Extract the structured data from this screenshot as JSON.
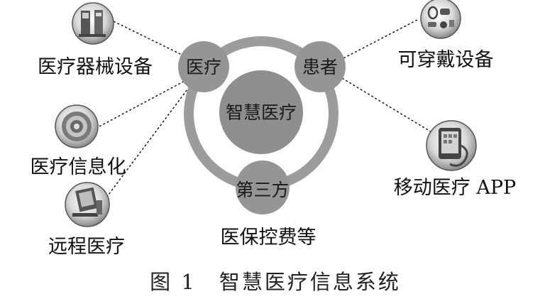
{
  "diagram": {
    "center": "智慧医疗",
    "nodes": {
      "medical": "医疗",
      "patient": "患者",
      "third_party": "第三方"
    },
    "labels": {
      "medical_equipment": "医疗器械设备",
      "medical_informatization": "医疗信息化",
      "remote_medical": "远程医疗",
      "wearable_devices": "可穿戴设备",
      "mobile_medical_app": "移动医疗 APP",
      "insurance_fees": "医保控费等"
    },
    "icons": {
      "medical_equipment": "medical-equipment-icon",
      "medical_informatization": "medical-informatization-icon",
      "remote_medical": "remote-medical-icon",
      "wearable_devices": "wearable-devices-icon",
      "mobile_medical_app": "mobile-app-icon"
    }
  },
  "caption": "图 1　智慧医疗信息系统",
  "colors": {
    "ring": "#9c9c9c",
    "node_fill": "#959595",
    "center_fill": "#8e8e8e",
    "text": "#1a1a1a"
  }
}
